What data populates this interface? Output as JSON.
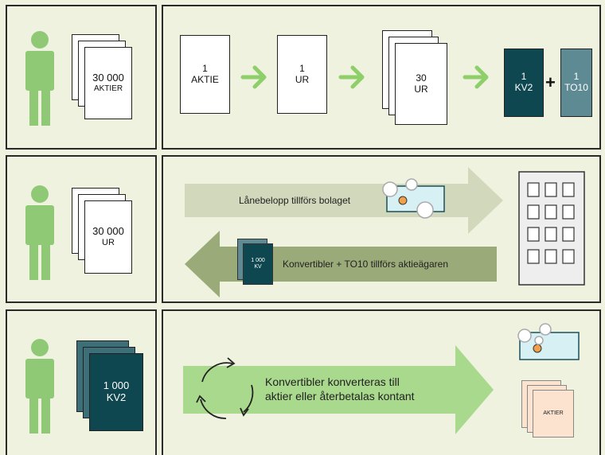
{
  "row1": {
    "owner_stack": {
      "line1": "30 000",
      "line2": "AKTIER"
    },
    "steps": [
      {
        "line1": "1",
        "line2": "AKTIE"
      },
      {
        "line1": "1",
        "line2": "UR"
      },
      {
        "line1": "30",
        "line2": "UR"
      }
    ],
    "kv2": {
      "line1": "1",
      "line2": "KV2"
    },
    "plus": "+",
    "to10": {
      "line1": "1",
      "line2": "TO10"
    }
  },
  "row2": {
    "owner_stack": {
      "line1": "30 000",
      "line2": "UR"
    },
    "arrow_right_label": "Lånebelopp tillförs bolaget",
    "arrow_left_label": "Konvertibler + TO10 tillförs aktieägaren",
    "kv_mini": {
      "line1": "1 000",
      "line2": "KV"
    }
  },
  "row3": {
    "owner_stack": {
      "line1": "1 000",
      "line2": "KV2"
    },
    "arrow_line1": "Konvertibler konverteras till",
    "arrow_line2": "aktier eller återbetalas kontant",
    "aktier_label": "AKTIER"
  },
  "colors": {
    "background": "#eef2df",
    "person_green": "#8fc976",
    "arrow_light": "#d2d8bb",
    "arrow_olive": "#9aaa78",
    "arrow_green": "#a9d98c",
    "arrow_step": "#8fcf6a",
    "dark_teal": "#0f4750",
    "teal": "#5e8a93"
  }
}
